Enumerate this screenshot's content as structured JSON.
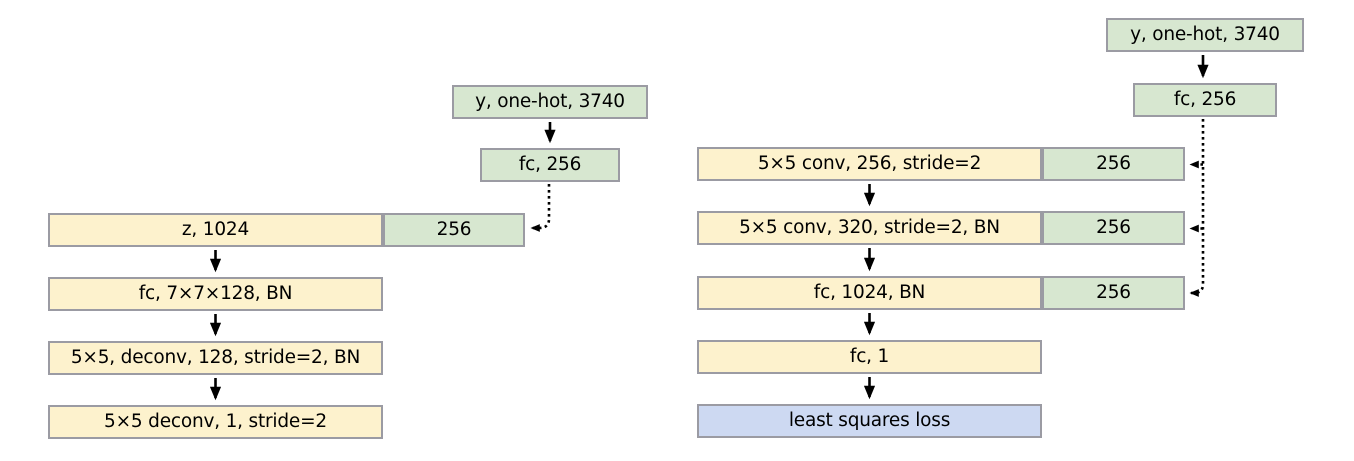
{
  "figure": {
    "type": "neural-network-architecture-diagram",
    "background": "#ffffff"
  },
  "colors": {
    "green": "#d7e7d0",
    "yellow": "#fdf2cd",
    "blue": "#cdd9f2",
    "border": "#9b9ba3",
    "arrow": "#000000"
  },
  "left_diagram": {
    "role": "generator-column",
    "top_box": "y, one-hot, 3740",
    "embed_box": "fc, 256",
    "rows": [
      {
        "label": "z, 1024",
        "side": "256"
      },
      {
        "label": "fc, 7×7×128, BN"
      },
      {
        "label": "5×5, deconv, 128, stride=2, BN"
      },
      {
        "label": "5×5 deconv, 1, stride=2"
      }
    ]
  },
  "right_diagram": {
    "role": "discriminator-column",
    "top_box": "y, one-hot, 3740",
    "embed_box": "fc, 256",
    "rows": [
      {
        "label": "5×5 conv, 256, stride=2",
        "side": "256"
      },
      {
        "label": "5×5 conv, 320, stride=2, BN",
        "side": "256"
      },
      {
        "label": "fc, 1024, BN",
        "side": "256"
      },
      {
        "label": "fc, 1"
      },
      {
        "label": "least squares loss"
      }
    ]
  }
}
